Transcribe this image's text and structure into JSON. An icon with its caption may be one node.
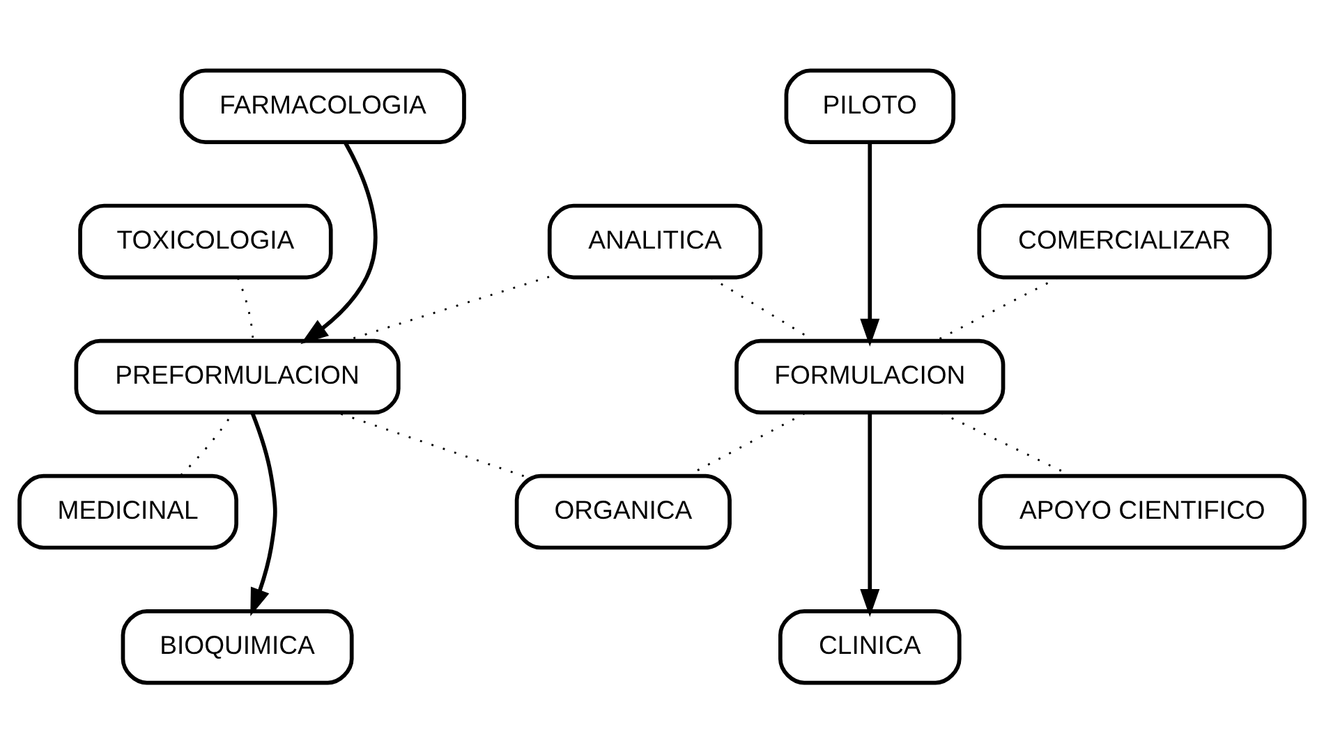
{
  "diagram": {
    "nodes": [
      {
        "text": [
          "FARMACOLOGIA"
        ]
      },
      {
        "text": [
          "PILOTO"
        ]
      },
      {
        "text": [
          "TOXICOLOGIA"
        ]
      },
      {
        "text": [
          "ANALITICA"
        ]
      },
      {
        "text": [
          "COMERCIALIZAR"
        ]
      },
      {
        "text": [
          "PREFORMULACION"
        ]
      },
      {
        "text": [
          "FORMULACION"
        ]
      },
      {
        "text": [
          "MEDICINAL"
        ]
      },
      {
        "text": [
          "ORGANICA"
        ]
      },
      {
        "text": [
          "APOYO CIENTIFICO"
        ]
      },
      {
        "text": [
          "BIOQUIMICA"
        ]
      },
      {
        "text": [
          "CLINICA"
        ]
      }
    ],
    "edges": [
      {
        "from": 0,
        "to": 5,
        "arrow": "to"
      },
      {
        "from": 1,
        "to": 6,
        "arrow": "to"
      },
      {
        "from": 5,
        "to": 10,
        "arrow": "to"
      },
      {
        "from": 6,
        "to": 11,
        "arrow": "to"
      },
      {
        "from": 2,
        "to": 5,
        "arrow": "none",
        "style": "dashed"
      },
      {
        "from": 3,
        "to": 5,
        "arrow": "none",
        "style": "dashed"
      },
      {
        "from": 7,
        "to": 5,
        "arrow": "none",
        "style": "dashed"
      },
      {
        "from": 8,
        "to": 5,
        "arrow": "none",
        "style": "dashed"
      },
      {
        "from": 3,
        "to": 6,
        "arrow": "none",
        "style": "dashed"
      },
      {
        "from": 4,
        "to": 6,
        "arrow": "none",
        "style": "dashed"
      },
      {
        "from": 8,
        "to": 6,
        "arrow": "none",
        "style": "dashed"
      },
      {
        "from": 9,
        "to": 6,
        "arrow": "none",
        "style": "dashed"
      }
    ]
  }
}
